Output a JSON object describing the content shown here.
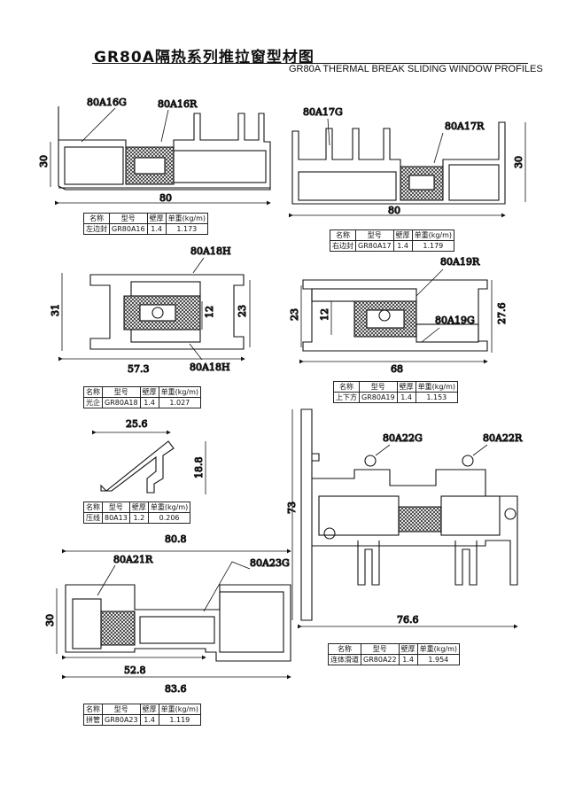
{
  "header": {
    "title_cn": "GR80A隔热系列推拉窗型材图",
    "title_en": "GR80A THERMAL BREAK SLIDING WINDOW PROFILES"
  },
  "table_headers": [
    "名称",
    "型号",
    "壁厚",
    "单重(kg/m)"
  ],
  "profiles": {
    "a16": {
      "labels": [
        "80A16G",
        "80A16R"
      ],
      "dims": {
        "height": "30",
        "width": "80"
      },
      "row": [
        "左边封",
        "GR80A16",
        "1.4",
        "1.173"
      ]
    },
    "a17": {
      "labels": [
        "80A17G",
        "80A17R"
      ],
      "dims": {
        "height": "30",
        "width": "80"
      },
      "row": [
        "右边封",
        "GR80A17",
        "1.4",
        "1.179"
      ]
    },
    "a18": {
      "labels": [
        "80A18H",
        "80A18H"
      ],
      "dims": {
        "height": "31",
        "inner": "12",
        "mid": "23",
        "width": "57.3"
      },
      "row": [
        "光企",
        "GR80A18",
        "1.4",
        "1.027"
      ]
    },
    "a19": {
      "labels": [
        "80A19R",
        "80A19G"
      ],
      "dims": {
        "height": "23",
        "inner": "12",
        "total": "27.6",
        "width": "68"
      },
      "row": [
        "上下方",
        "GR80A19",
        "1.4",
        "1.153"
      ]
    },
    "a13": {
      "dims": {
        "width": "25.6",
        "height": "18.8"
      },
      "row": [
        "压线",
        "80A13",
        "1.2",
        "0.206"
      ]
    },
    "a22": {
      "labels": [
        "80A22G",
        "80A22R"
      ],
      "dims": {
        "height": "73",
        "width": "76.6"
      },
      "row": [
        "连体滑道",
        "GR80A22",
        "1.4",
        "1.954"
      ]
    },
    "a23": {
      "labels": [
        "80A21R",
        "80A23G"
      ],
      "dims": {
        "top": "80.8",
        "height": "30",
        "inner": "52.8",
        "bottom": "83.6"
      },
      "row": [
        "拼管",
        "GR80A23",
        "1.4",
        "1.119"
      ]
    }
  }
}
